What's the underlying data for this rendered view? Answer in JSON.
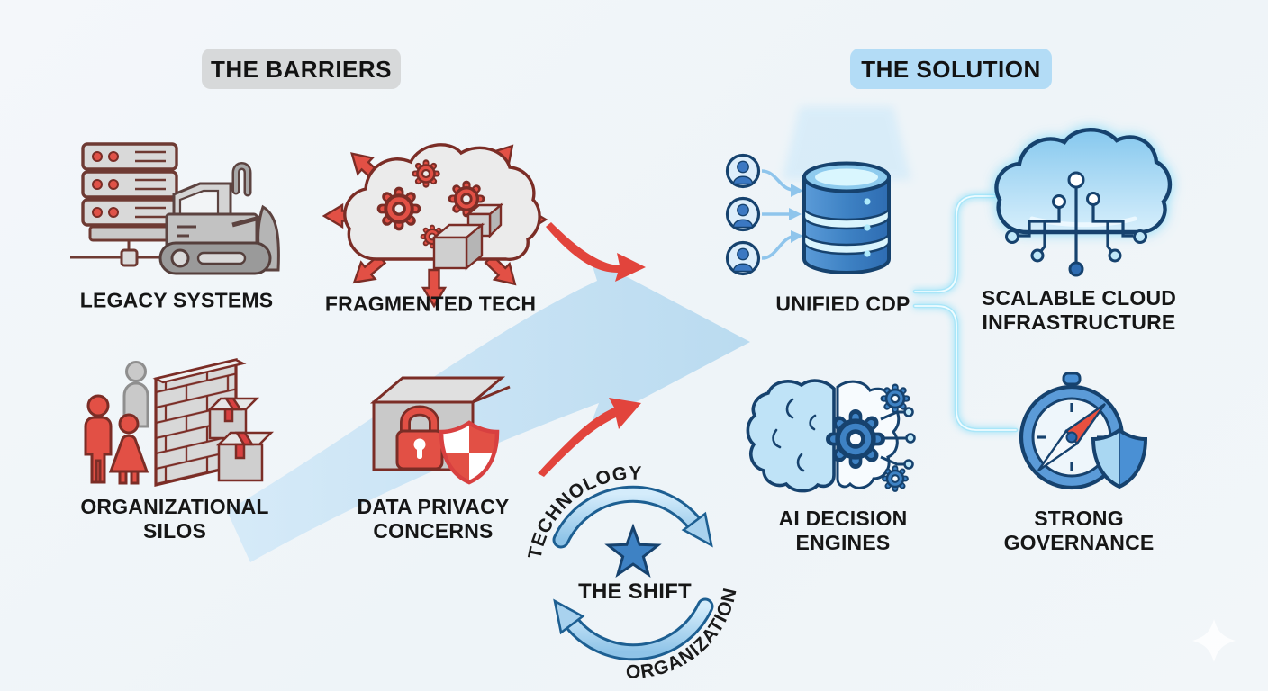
{
  "headers": {
    "barriers": "THE BARRIERS",
    "solution": "THE SOLUTION"
  },
  "barriers": {
    "legacy": {
      "label": "LEGACY SYSTEMS",
      "icon": "server-rack-bulldozer-icon"
    },
    "fragmented": {
      "label": "FRAGMENTED TECH",
      "icon": "cloud-gears-scatter-arrows-icon"
    },
    "silos": {
      "line1": "ORGANIZATIONAL",
      "line2": "SILOS",
      "icon": "people-brick-wall-boxes-icon"
    },
    "privacy": {
      "line1": "DATA PRIVACY",
      "line2": "CONCERNS",
      "icon": "locked-box-checkered-shield-icon"
    }
  },
  "solution": {
    "cdp": {
      "label": "UNIFIED CDP",
      "icon": "users-into-database-icon"
    },
    "cloud": {
      "line1": "SCALABLE CLOUD",
      "line2": "INFRASTRUCTURE",
      "icon": "cloud-circuit-nodes-icon"
    },
    "ai": {
      "line1": "AI DECISION",
      "line2": "ENGINES",
      "icon": "half-brain-half-gear-icon"
    },
    "governance": {
      "line1": "STRONG",
      "line2": "GOVERNANCE",
      "icon": "compass-shield-icon"
    }
  },
  "shift": {
    "center_label": "THE SHIFT",
    "top_label": "TECHNOLOGY",
    "bottom_label": "ORGANIZATION",
    "icon": "circular-cycle-arrows-star-icon"
  },
  "flow": {
    "big_arrow": "barriers-to-solution-arrow",
    "red_arrow_top": "red-swoosh-arrow",
    "red_arrow_bottom": "red-swoosh-arrow",
    "connector": "cdp-branch-connector"
  },
  "colors": {
    "background": "#f2f6f9",
    "barrier_red": "#e25045",
    "barrier_outline": "#7b2d26",
    "barrier_gray": "#d6d6d6",
    "solution_blue": "#3e82c4",
    "solution_outline": "#16426e",
    "solution_light_blue": "#bfe3f7",
    "accent_cyan": "#9fe2f7",
    "big_arrow_blue": "#c3e0f3",
    "chip_gray": "#d7d9da",
    "chip_blue": "#b3dcf6",
    "label_text": "#161616"
  }
}
